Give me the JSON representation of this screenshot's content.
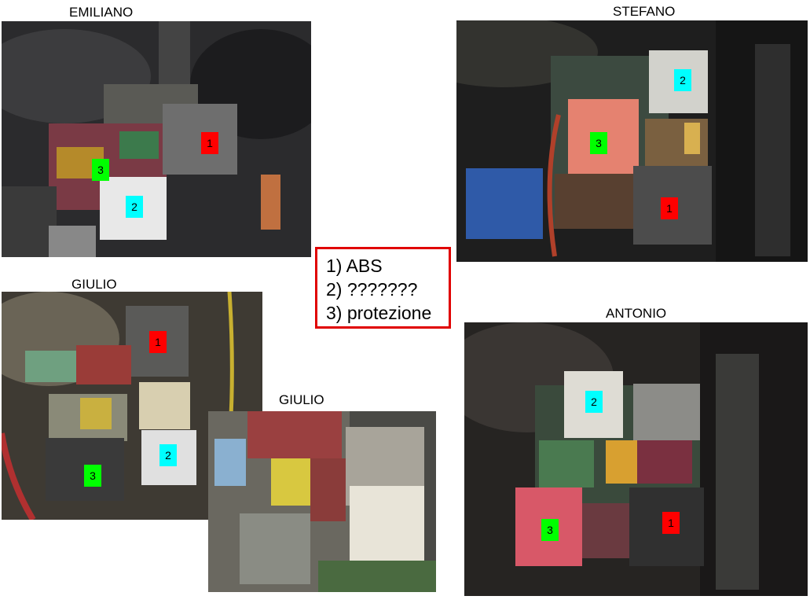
{
  "captions": {
    "emiliano": "EMILIANO",
    "stefano": "STEFANO",
    "giulio_left": "GIULIO",
    "giulio_center": "GIULIO",
    "antonio": "ANTONIO"
  },
  "legend": {
    "item1": "1) ABS",
    "item2": "2) ???????",
    "item3": "3) protezione"
  },
  "tags": {
    "one": "1",
    "two": "2",
    "three": "3"
  },
  "colors": {
    "legend_border": "#e00000",
    "tag_abs": "#ff0000",
    "tag_unknown": "#00ffff",
    "tag_protection": "#00ff00"
  }
}
